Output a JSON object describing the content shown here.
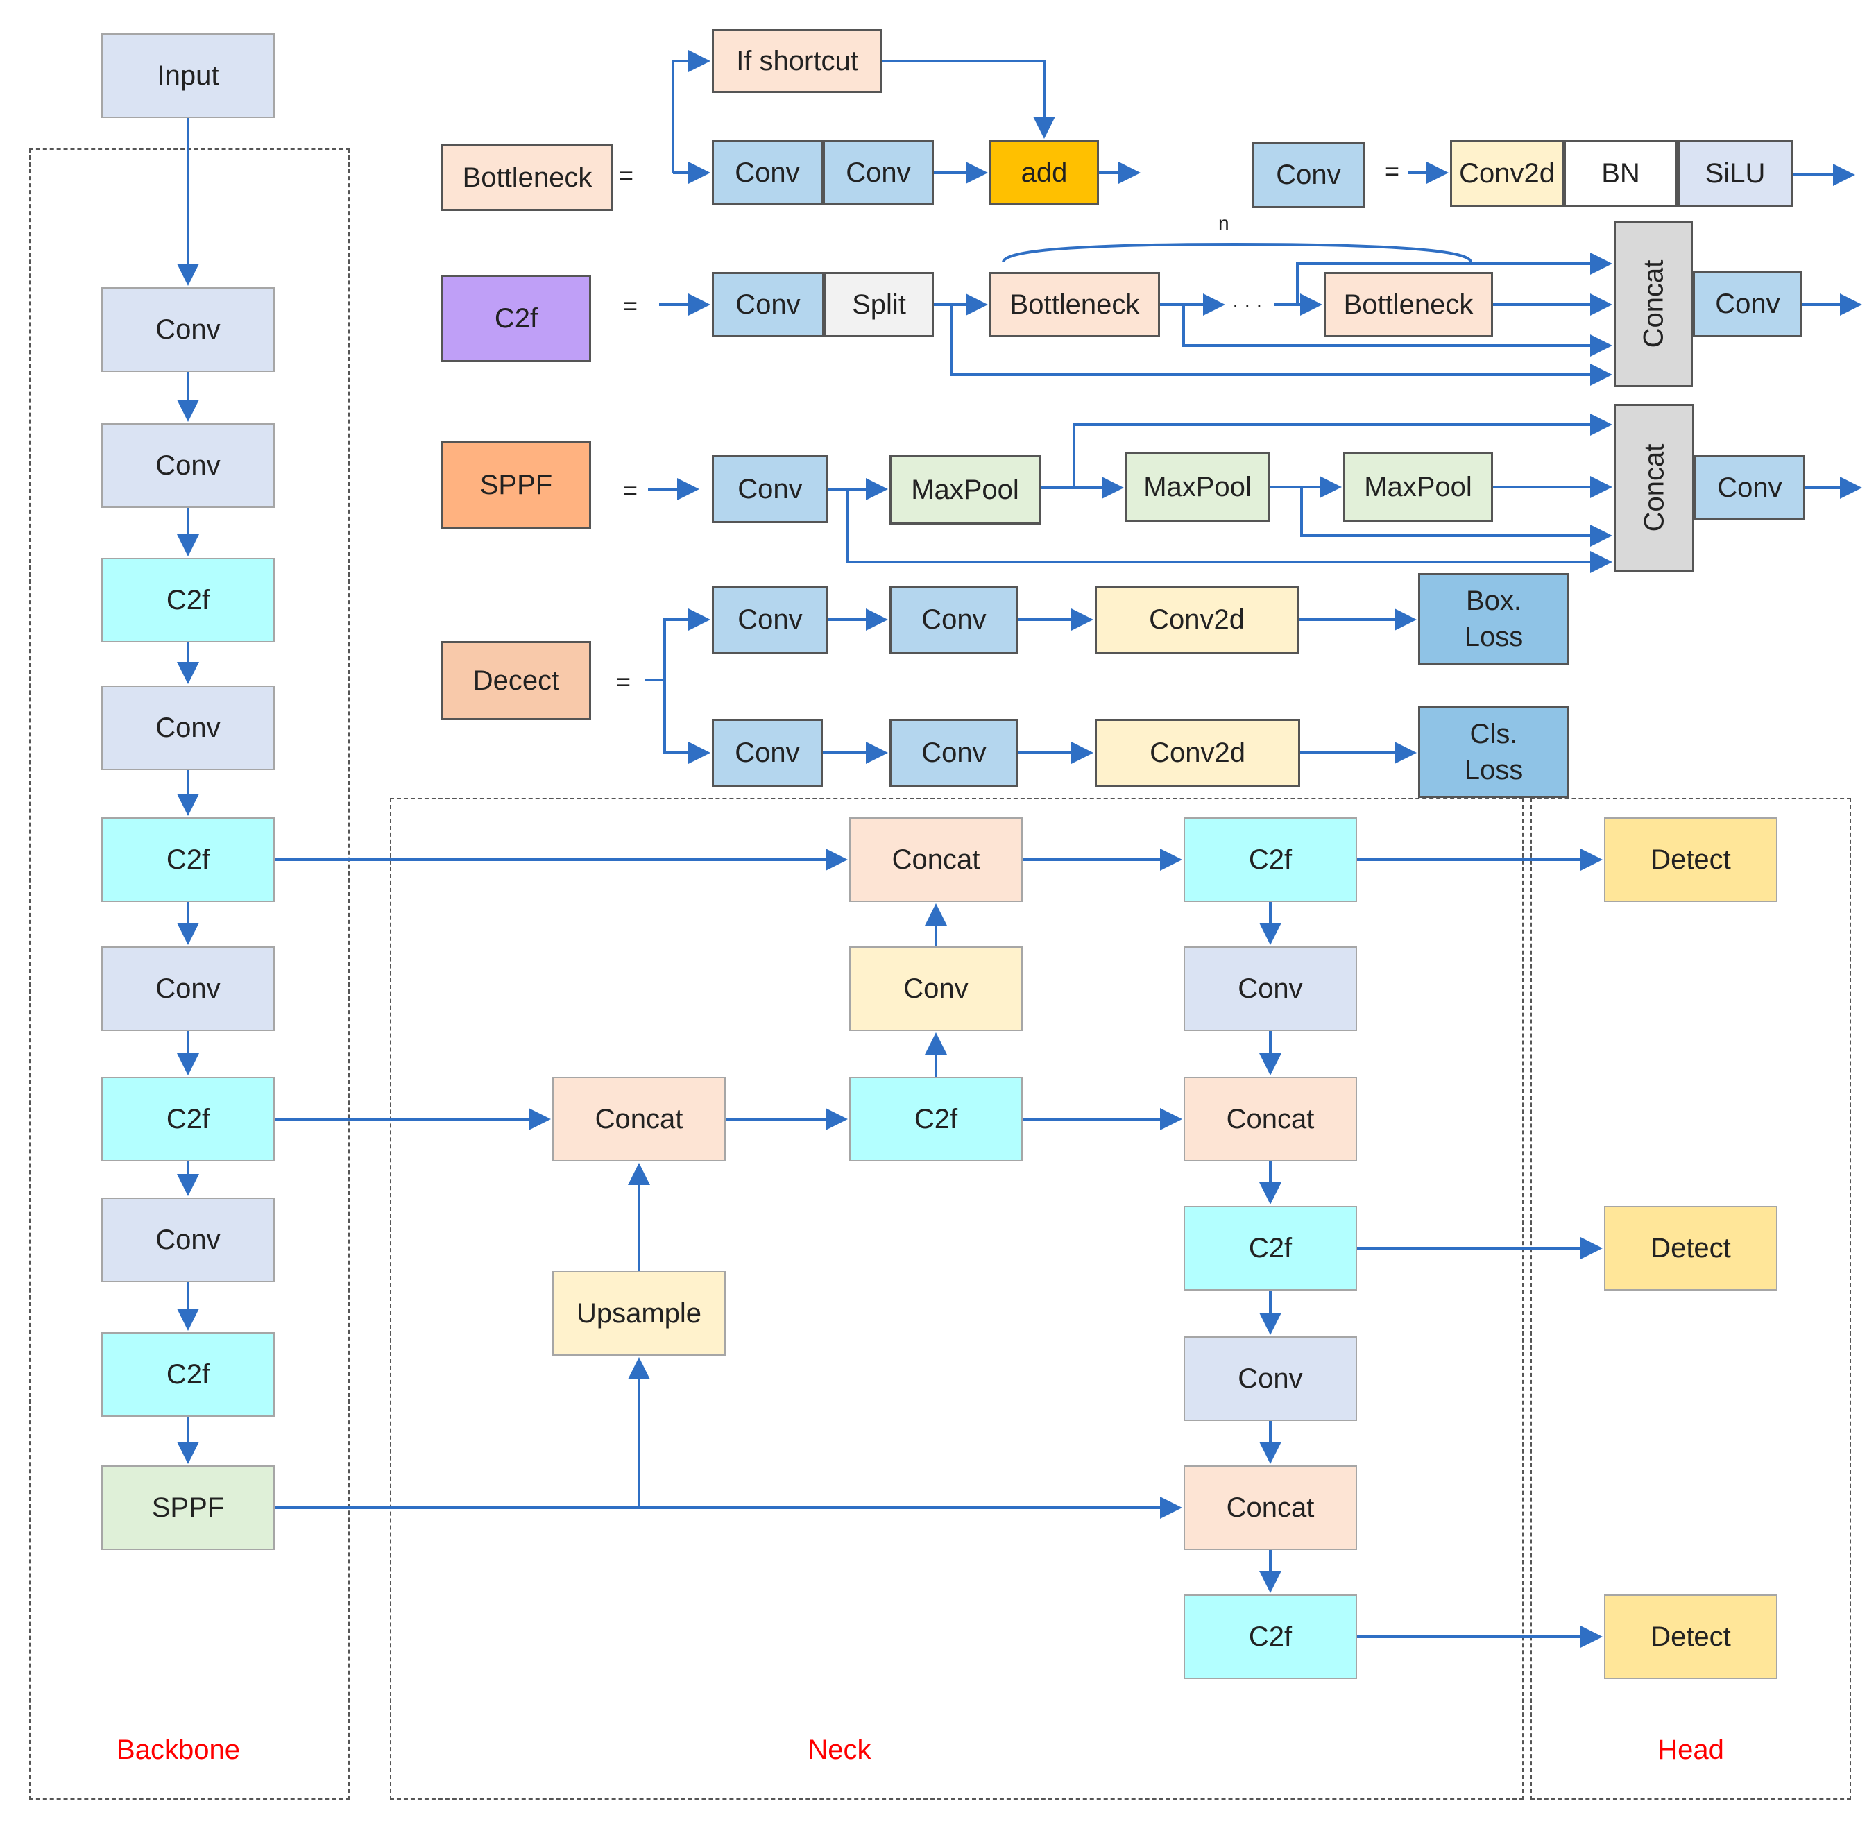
{
  "colors": {
    "light_blue": "#dae3f3",
    "cyan": "#b3ffff",
    "sppf_green": "#dff0d8",
    "peach": "#fde4d4",
    "light_yellow": "#fff2cc",
    "gold": "#ffe699",
    "conv_blue": "#b4d6ee",
    "add_orange": "#ffc000",
    "purple": "#bf9ff7",
    "sppf_orange": "#ffb280",
    "detect_orange": "#f8c9aa",
    "maxpool_green": "#e2f0d9",
    "split_gray": "#f2f2f2",
    "concat_gray": "#d9d9d9",
    "loss_blue": "#8fc3e6",
    "arrow": "#2f6fc4",
    "region_label": "#ff0000"
  },
  "regions": {
    "backbone": "Backbone",
    "neck": "Neck",
    "head": "Head"
  },
  "backbone": {
    "input": "Input",
    "conv1": "Conv",
    "conv2": "Conv",
    "c2f1": "C2f",
    "conv3": "Conv",
    "c2f2": "C2f",
    "conv4": "Conv",
    "c2f3": "C2f",
    "conv5": "Conv",
    "c2f4": "C2f",
    "sppf": "SPPF"
  },
  "neck": {
    "concat_mid": "Concat",
    "c2f_mid": "C2f",
    "conv_up": "Conv",
    "concat_top": "Concat",
    "upsample": "Upsample",
    "c2f_r1": "C2f",
    "conv_r1": "Conv",
    "concat_r1": "Concat",
    "c2f_r2": "C2f",
    "conv_r2": "Conv",
    "concat_r2": "Concat",
    "c2f_r3": "C2f"
  },
  "head": {
    "detect1": "Detect",
    "detect2": "Detect",
    "detect3": "Detect"
  },
  "legend": {
    "equals": "=",
    "bottleneck": {
      "name": "Bottleneck",
      "if_shortcut": "If shortcut",
      "conv_a": "Conv",
      "conv_b": "Conv",
      "add": "add"
    },
    "conv": {
      "name": "Conv",
      "conv2d": "Conv2d",
      "bn": "BN",
      "silu": "SiLU"
    },
    "c2f": {
      "name": "C2f",
      "conv_in": "Conv",
      "split": "Split",
      "bottleneck1": "Bottleneck",
      "dots": "· · ·",
      "bottleneck2": "Bottleneck",
      "n": "n",
      "concat": "Concat",
      "conv_out": "Conv"
    },
    "sppf": {
      "name": "SPPF",
      "conv_in": "Conv",
      "maxpool1": "MaxPool",
      "maxpool2": "MaxPool",
      "maxpool3": "MaxPool",
      "concat": "Concat",
      "conv_out": "Conv"
    },
    "detect": {
      "name": "Decect",
      "conv_a1": "Conv",
      "conv_a2": "Conv",
      "conv2d_a": "Conv2d",
      "box_loss": "Box.\nLoss",
      "conv_b1": "Conv",
      "conv_b2": "Conv",
      "conv2d_b": "Conv2d",
      "cls_loss": "Cls.\nLoss"
    }
  }
}
